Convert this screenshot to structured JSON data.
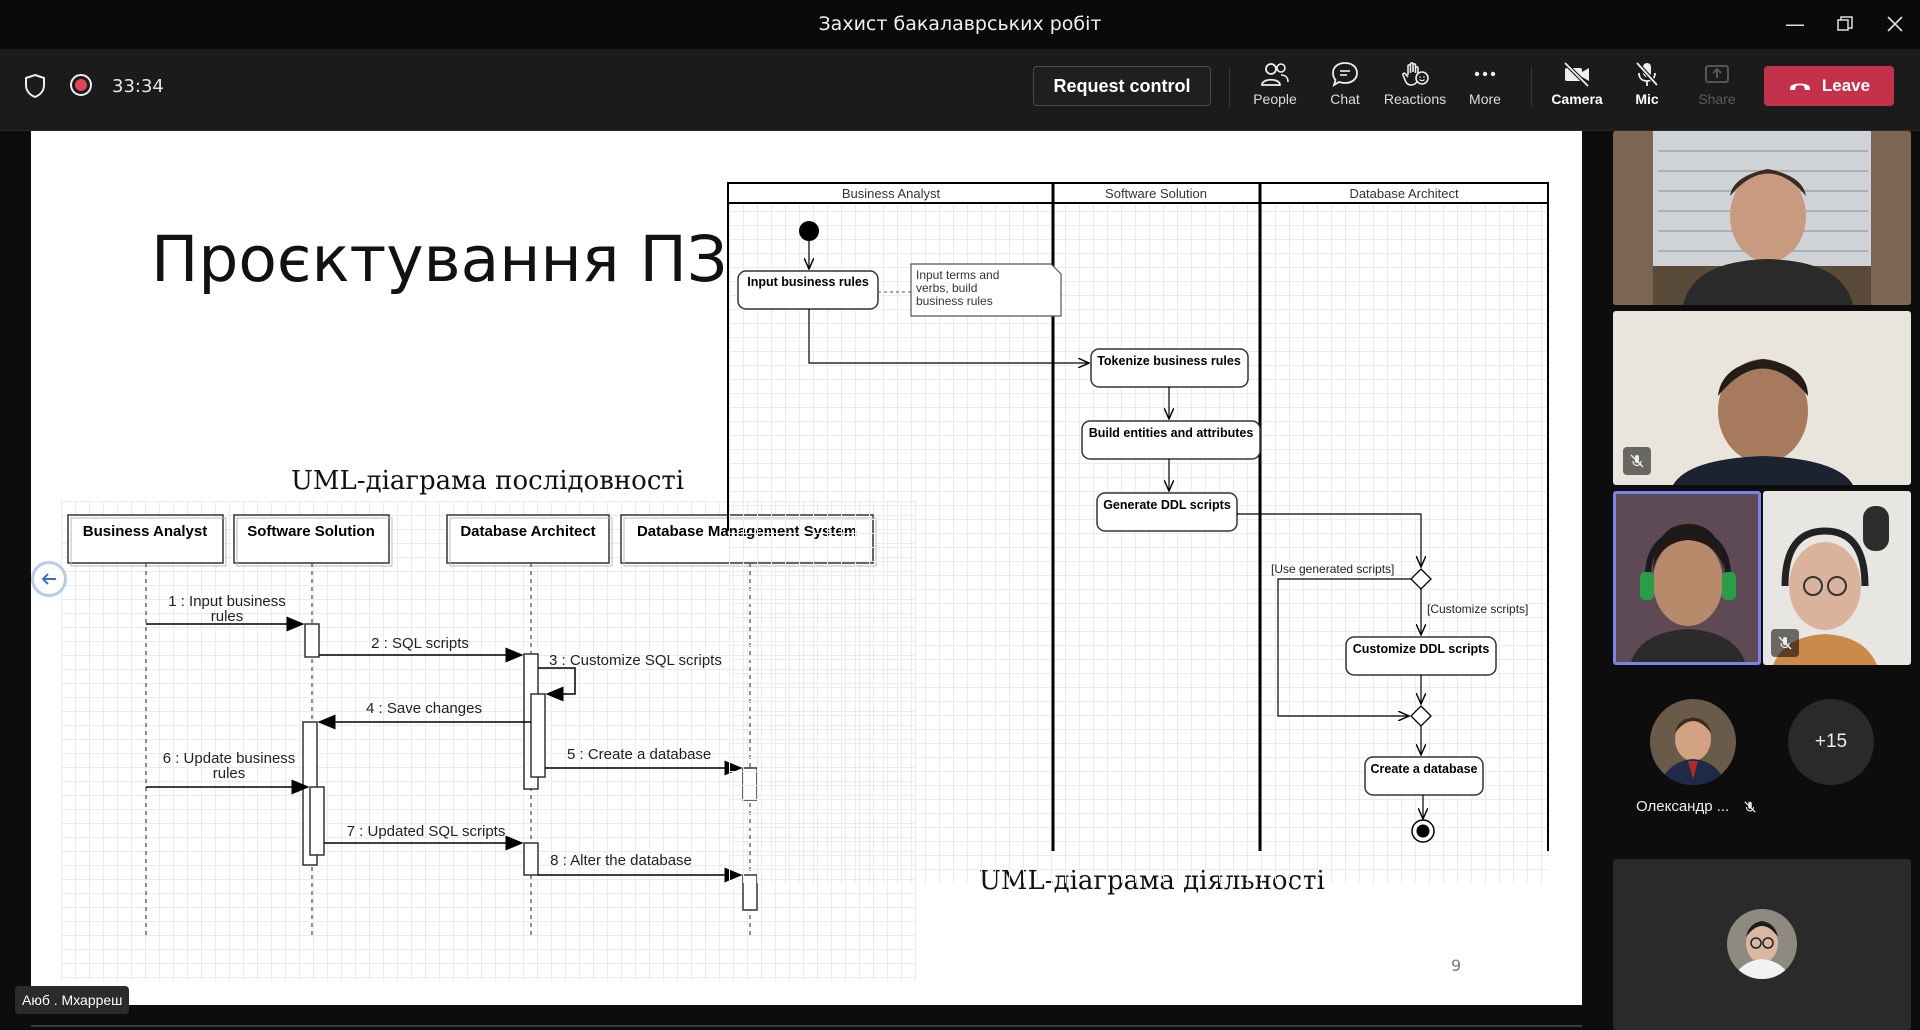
{
  "window": {
    "title": "Захист бакалаврських робіт"
  },
  "toolbar": {
    "timer": "33:34",
    "request_control": "Request control",
    "buttons": [
      {
        "label": "People",
        "icon": "people-icon"
      },
      {
        "label": "Chat",
        "icon": "chat-icon"
      },
      {
        "label": "Reactions",
        "icon": "reactions-icon"
      },
      {
        "label": "More",
        "icon": "more-icon"
      },
      {
        "label": "Camera",
        "icon": "camera-off-icon"
      },
      {
        "label": "Mic",
        "icon": "mic-off-icon"
      },
      {
        "label": "Share",
        "icon": "share-icon"
      }
    ],
    "leave": "Leave",
    "leave_color": "#c4314b"
  },
  "slide": {
    "title": "Проєктування ПЗ",
    "sequence_caption": "UML-діаграма послідовності",
    "activity_caption": "UML-діаграма діяльності",
    "page_number": "9",
    "sequence": {
      "lifelines": [
        "Business Analyst",
        "Software Solution",
        "Database Architect",
        "Database Management System"
      ],
      "messages": [
        {
          "line1": "1 : Input business",
          "line2": "rules"
        },
        {
          "line1": "2 : SQL scripts"
        },
        {
          "line1": "3 : Customize SQL scripts"
        },
        {
          "line1": "4 : Save changes"
        },
        {
          "line1": "5 : Create a database"
        },
        {
          "line1": "6 : Update business",
          "line2": "rules"
        },
        {
          "line1": "7 : Updated SQL scripts"
        },
        {
          "line1": "8 : Alter the database"
        }
      ]
    },
    "activity": {
      "lanes": [
        "Business Analyst",
        "Software Solution",
        "Database Architect"
      ],
      "actions": {
        "input_rules": "Input business rules",
        "note": [
          "Input terms and",
          "verbs, build",
          "business rules"
        ],
        "tokenize": "Tokenize business rules",
        "build_entities": "Build entities and attributes",
        "generate_ddl": "Generate DDL scripts",
        "customize_ddl": "Customize DDL scripts",
        "create_db": "Create a database"
      },
      "guards": {
        "use_generated": "[Use generated scripts]",
        "customize": "[Customize scripts]"
      }
    }
  },
  "presenter": {
    "name": "Аюб . Мхарреш"
  },
  "participants": {
    "oleksandr": "Олександр ...",
    "more_count": "+15"
  }
}
